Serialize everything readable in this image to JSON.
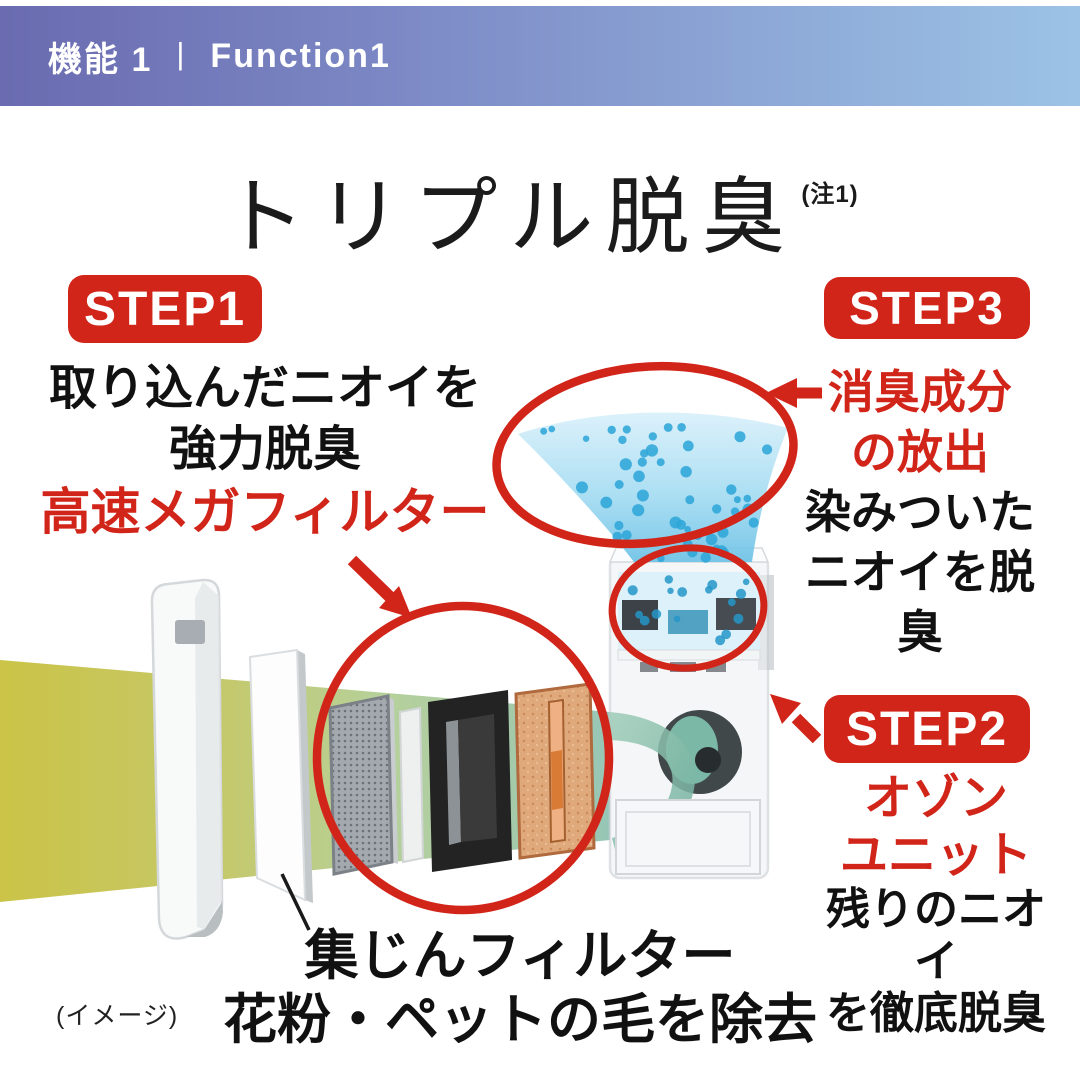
{
  "banner": {
    "function_label_ja": "機能 1",
    "separator": "|",
    "function_label_en": "Function1"
  },
  "title": {
    "text": "トリプル脱臭",
    "note": "(注1)"
  },
  "steps": {
    "step1": {
      "badge": "STEP1",
      "desc_line1": "取り込んだニオイを",
      "desc_line2": "強力脱臭",
      "feature": "高速メガフィルター"
    },
    "step2": {
      "badge": "STEP2",
      "feature_line1": "オゾン",
      "feature_line2": "ユニット",
      "desc_line1": "残りのニオイ",
      "desc_line2": "を徹底脱臭"
    },
    "step3": {
      "badge": "STEP3",
      "feature_line1": "消臭成分",
      "feature_line2": "の放出",
      "desc_line1": "染みついた",
      "desc_line2": "ニオイを脱臭"
    }
  },
  "diagram": {
    "dust_filter_label_line1": "集じんフィルター",
    "dust_filter_label_line2": "花粉・ペットの毛を除去",
    "image_caption": "(イメージ)"
  },
  "icons": {
    "step1_pointer": "arrow-down-right",
    "step2_pointer": "arrow-up-left",
    "step3_pointer": "arrow-left"
  },
  "colors": {
    "accent_red": "#d2251a",
    "banner_gradient_left": "#6a6bb0",
    "banner_gradient_right": "#9cc3e6",
    "spray_blue": "#8fd0ec",
    "spray_dot_blue": "#2fa6d8",
    "beam_yellow": "#c5bd33",
    "beam_green": "#8cc0ae",
    "copper_filter": "#dfa97c",
    "text_black": "#111111"
  }
}
